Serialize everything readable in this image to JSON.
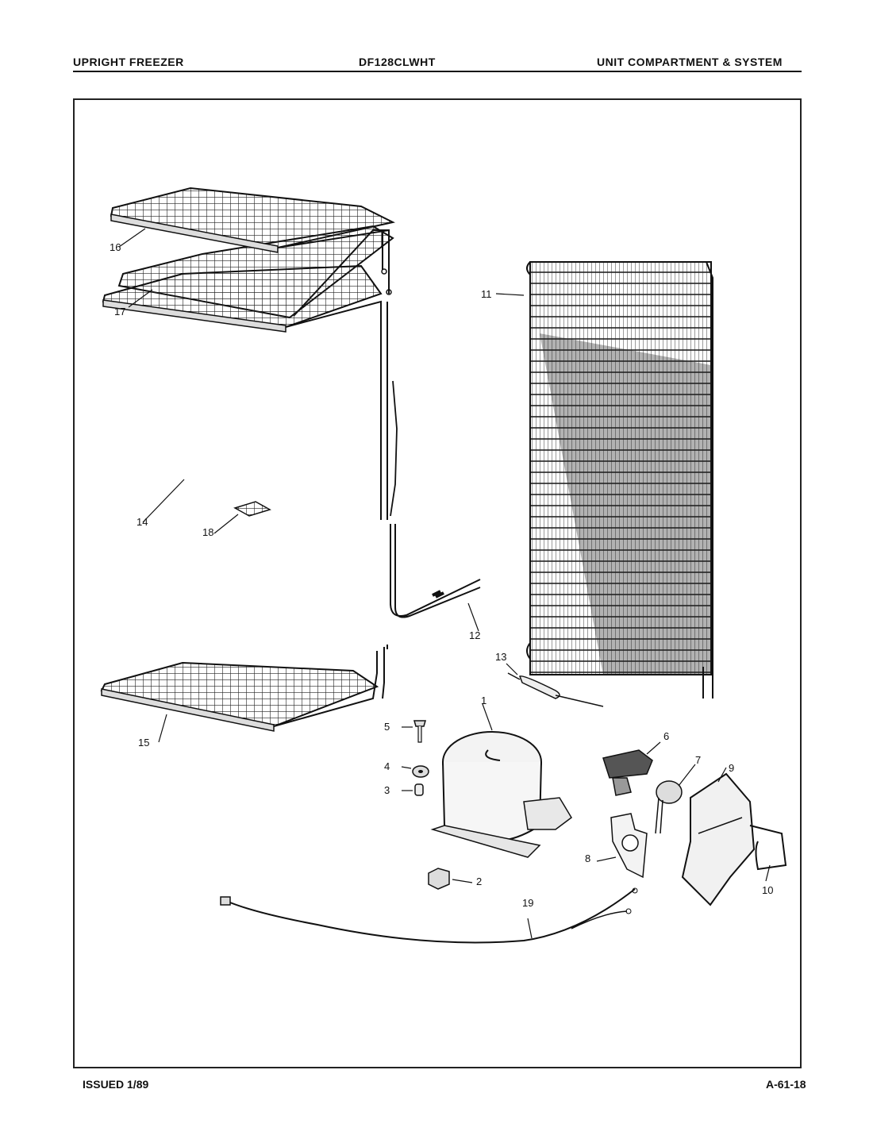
{
  "header": {
    "left": "UPRIGHT FREEZER",
    "center": "DF128CLWHT",
    "right": "UNIT COMPARTMENT & SYSTEM"
  },
  "footer": {
    "left": "ISSUED 1/89",
    "right": "A-61-18"
  },
  "callouts": [
    "1",
    "2",
    "3",
    "4",
    "5",
    "6",
    "7",
    "8",
    "9",
    "10",
    "11",
    "12",
    "13",
    "14",
    "15",
    "16",
    "17",
    "18",
    "19"
  ]
}
